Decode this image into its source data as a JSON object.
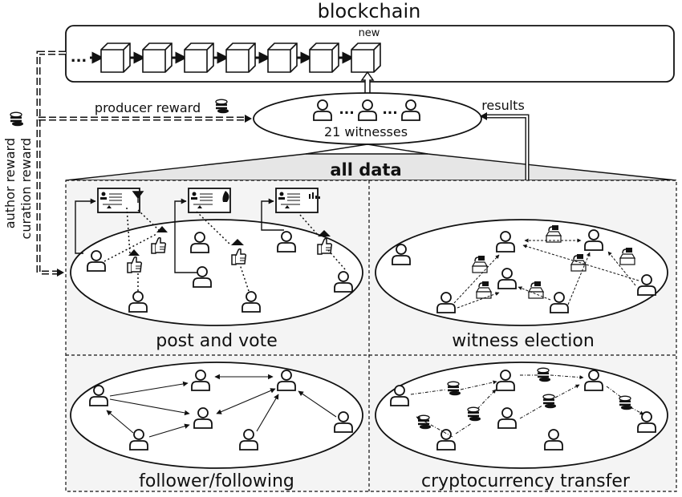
{
  "title": "blockchain",
  "chain": {
    "ellipsis": "...",
    "new_label": "new"
  },
  "witnesses": {
    "count_label": "21 witnesses",
    "ellipsis_1": "...",
    "ellipsis_2": "..."
  },
  "flows": {
    "producer_reward": "producer reward",
    "results": "results",
    "author_reward": "author reward",
    "curation_reward": "curation reward"
  },
  "all_data": "all data",
  "panels": {
    "post_and_vote": "post and vote",
    "witness_election": "witness election",
    "follower_following": "follower/following",
    "cryptocurrency_transfer": "cryptocurrency transfer"
  },
  "colors": {
    "ink": "#111111",
    "panel_fill": "#f4f4f4",
    "funnel_fill": "#e6e6e6"
  },
  "icons": [
    "user-icon",
    "block-icon",
    "coin-stack-icon",
    "thumbs-up-icon",
    "ballot-box-icon",
    "post-card-icon"
  ]
}
